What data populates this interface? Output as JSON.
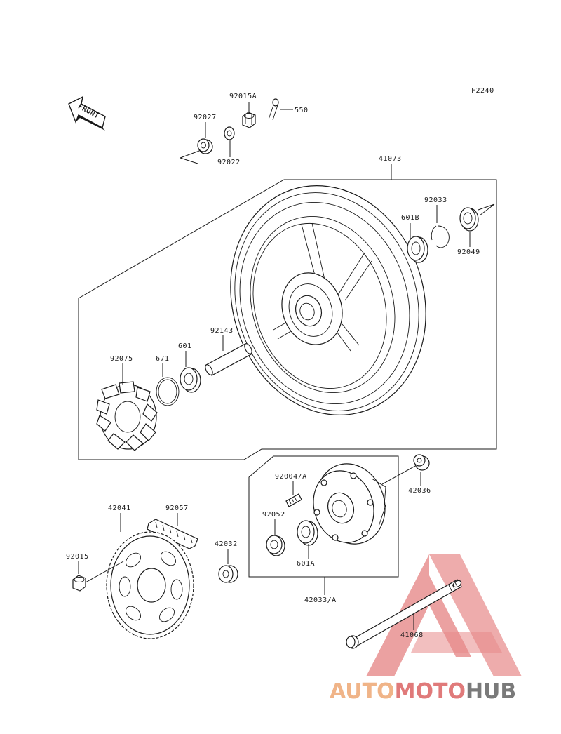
{
  "figure_code": "F2240",
  "direction_arrow": "FRONT",
  "parts": {
    "p92015A": "92015A",
    "p550": "550",
    "p92027": "92027",
    "p92022": "92022",
    "p41073": "41073",
    "p92033": "92033",
    "p601B": "601B",
    "p92049": "92049",
    "p92143": "92143",
    "p92075": "92075",
    "p671": "671",
    "p601": "601",
    "p92004A": "92004/A",
    "p42036": "42036",
    "p92052": "92052",
    "p601A": "601A",
    "p42041": "42041",
    "p92057": "92057",
    "p42032": "42032",
    "p92015": "92015",
    "p42033A": "42033/A",
    "p41068": "41068"
  },
  "watermark": {
    "part1": "AUTO",
    "part2": "MOTO",
    "part3": "HUB",
    "color_primary": "#f0b090",
    "color_secondary": "#d97b7b",
    "color_dark": "#7a7a7a"
  }
}
